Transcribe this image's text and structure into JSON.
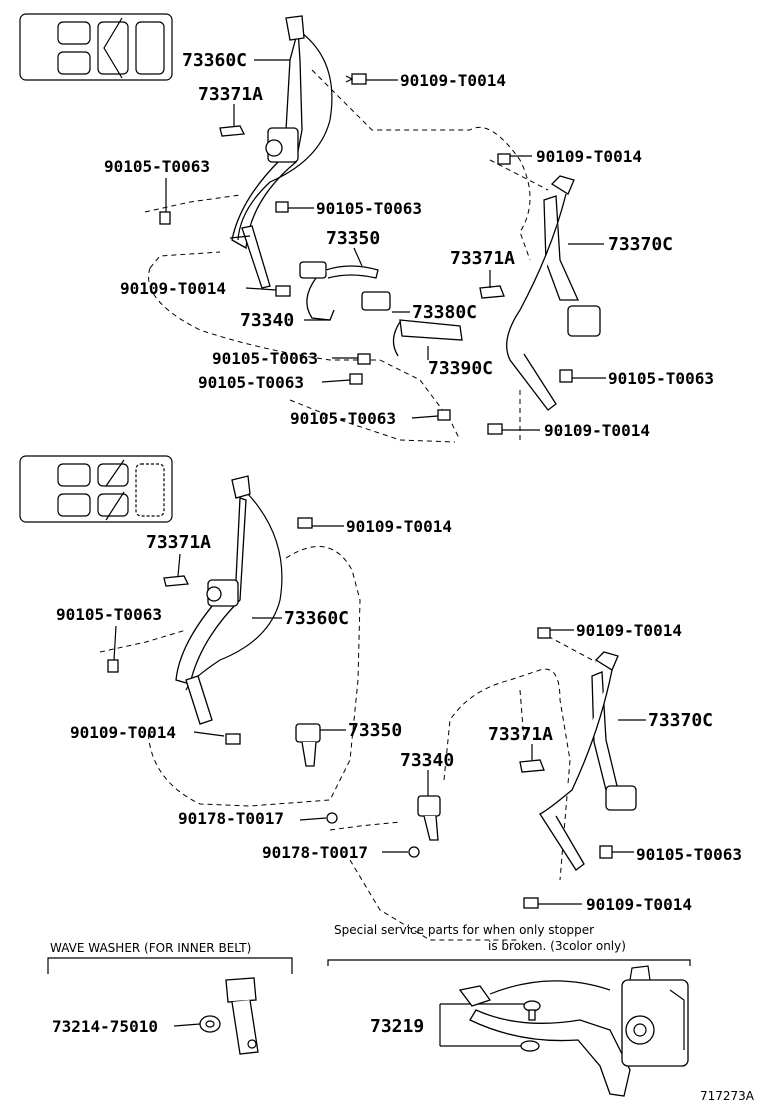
{
  "diagram": {
    "labels_top": {
      "l73360c": "73360C",
      "l90109a": "90109-T0014",
      "l73371a": "73371A",
      "l90109b": "90109-T0014",
      "l90105a": "90105-T0063",
      "l90105b": "90105-T0063",
      "l73350": "73350",
      "l73371a2": "73371A",
      "l73370c": "73370C",
      "l90109c": "90109-T0014",
      "l73340": "73340",
      "l73380c": "73380C",
      "l90105c": "90105-T0063",
      "l73390c": "73390C",
      "l90105d": "90105-T0063",
      "l90105e": "90105-T0063",
      "l90105f": "90105-T0063",
      "l90109d": "90109-T0014"
    },
    "labels_mid": {
      "l90109e": "90109-T0014",
      "l73371a3": "73371A",
      "l90105g": "90105-T0063",
      "l73360c2": "73360C",
      "l90109f": "90109-T0014",
      "l90109g": "90109-T0014",
      "l73350b": "73350",
      "l73340b": "73340",
      "l73371a4": "73371A",
      "l73370c2": "73370C",
      "l90178a": "90178-T0017",
      "l90178b": "90178-T0017",
      "l90105h": "90105-T0063",
      "l90109h": "90109-T0014"
    },
    "bottom": {
      "wave_washer": "WAVE WASHER (FOR INNER BELT)",
      "part_73214": "73214-75010",
      "note_line1": "Special service parts for when only stopper",
      "note_line2": "is broken. (3color only)",
      "part_73219": "73219",
      "ref_code": "717273A"
    }
  }
}
